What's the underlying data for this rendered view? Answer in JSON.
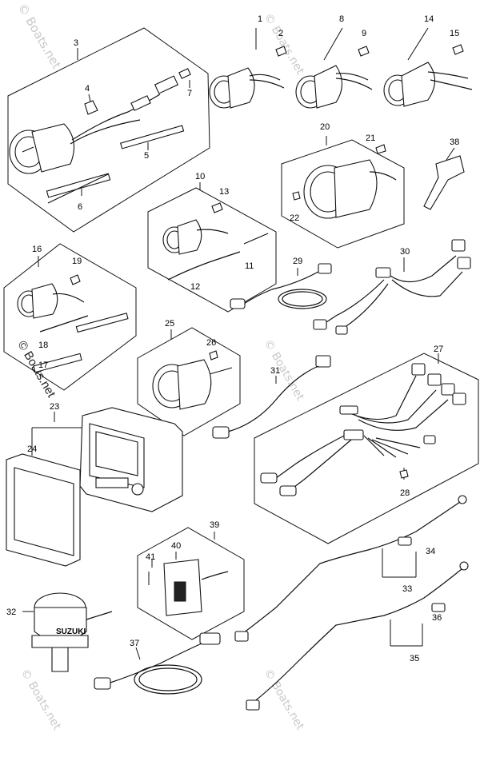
{
  "watermark": {
    "text": "© Boats.net",
    "color": "#c9c9c9"
  },
  "callouts": {
    "n1": "1",
    "n2": "2",
    "n3": "3",
    "n4": "4",
    "n5": "5",
    "n6": "6",
    "n7": "7",
    "n8": "8",
    "n9": "9",
    "n10": "10",
    "n11": "11",
    "n12": "12",
    "n13": "13",
    "n14": "14",
    "n15": "15",
    "n16": "16",
    "n17": "17",
    "n18": "18",
    "n19": "19",
    "n20": "20",
    "n21": "21",
    "n22": "22",
    "n23": "23",
    "n24": "24",
    "n25": "25",
    "n26": "26",
    "n27": "27",
    "n28": "28",
    "n29": "29",
    "n30": "30",
    "n31": "31",
    "n32": "32",
    "n33": "33",
    "n34": "34",
    "n35": "35",
    "n36": "36",
    "n37": "37",
    "n38": "38",
    "n39": "39",
    "n40": "40",
    "n41": "41"
  },
  "logo_text": "SUZUKI"
}
